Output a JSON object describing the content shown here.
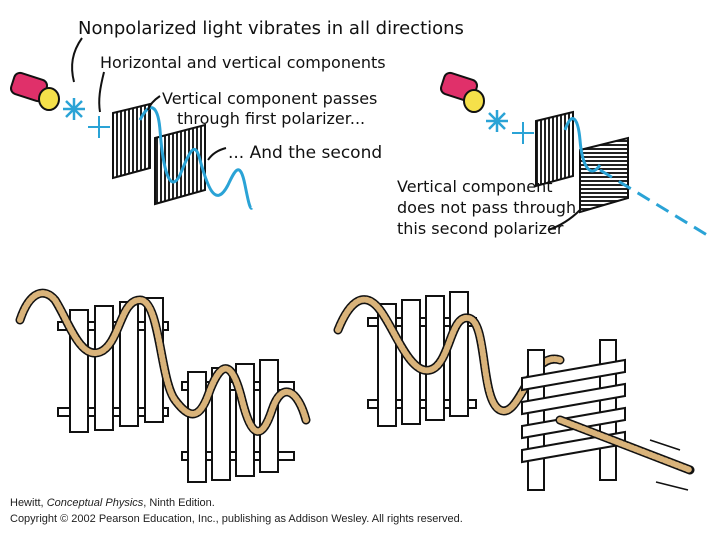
{
  "labels": {
    "nonpolarized": "Nonpolarized light vibrates in all directions",
    "components": "Horizontal and vertical components",
    "passes_line1": "Vertical component passes",
    "passes_line2": "through first polarizer...",
    "second": "... And the second",
    "blocked_line1": "Vertical component",
    "blocked_line2": "does not pass through",
    "blocked_line3": "this second polarizer"
  },
  "credit": {
    "author": "Hewitt, ",
    "book": "Conceptual Physics",
    "edition": ", Ninth Edition.",
    "copyright": "Copyright © 2002 Pearson Education, Inc., publishing as Addison Wesley.  All rights reserved."
  },
  "colors": {
    "flashlight": "#e0306a",
    "lens": "#f5e04a",
    "wave": "#2aa3d6",
    "rope": "#d9b37a",
    "ink": "#111111"
  }
}
